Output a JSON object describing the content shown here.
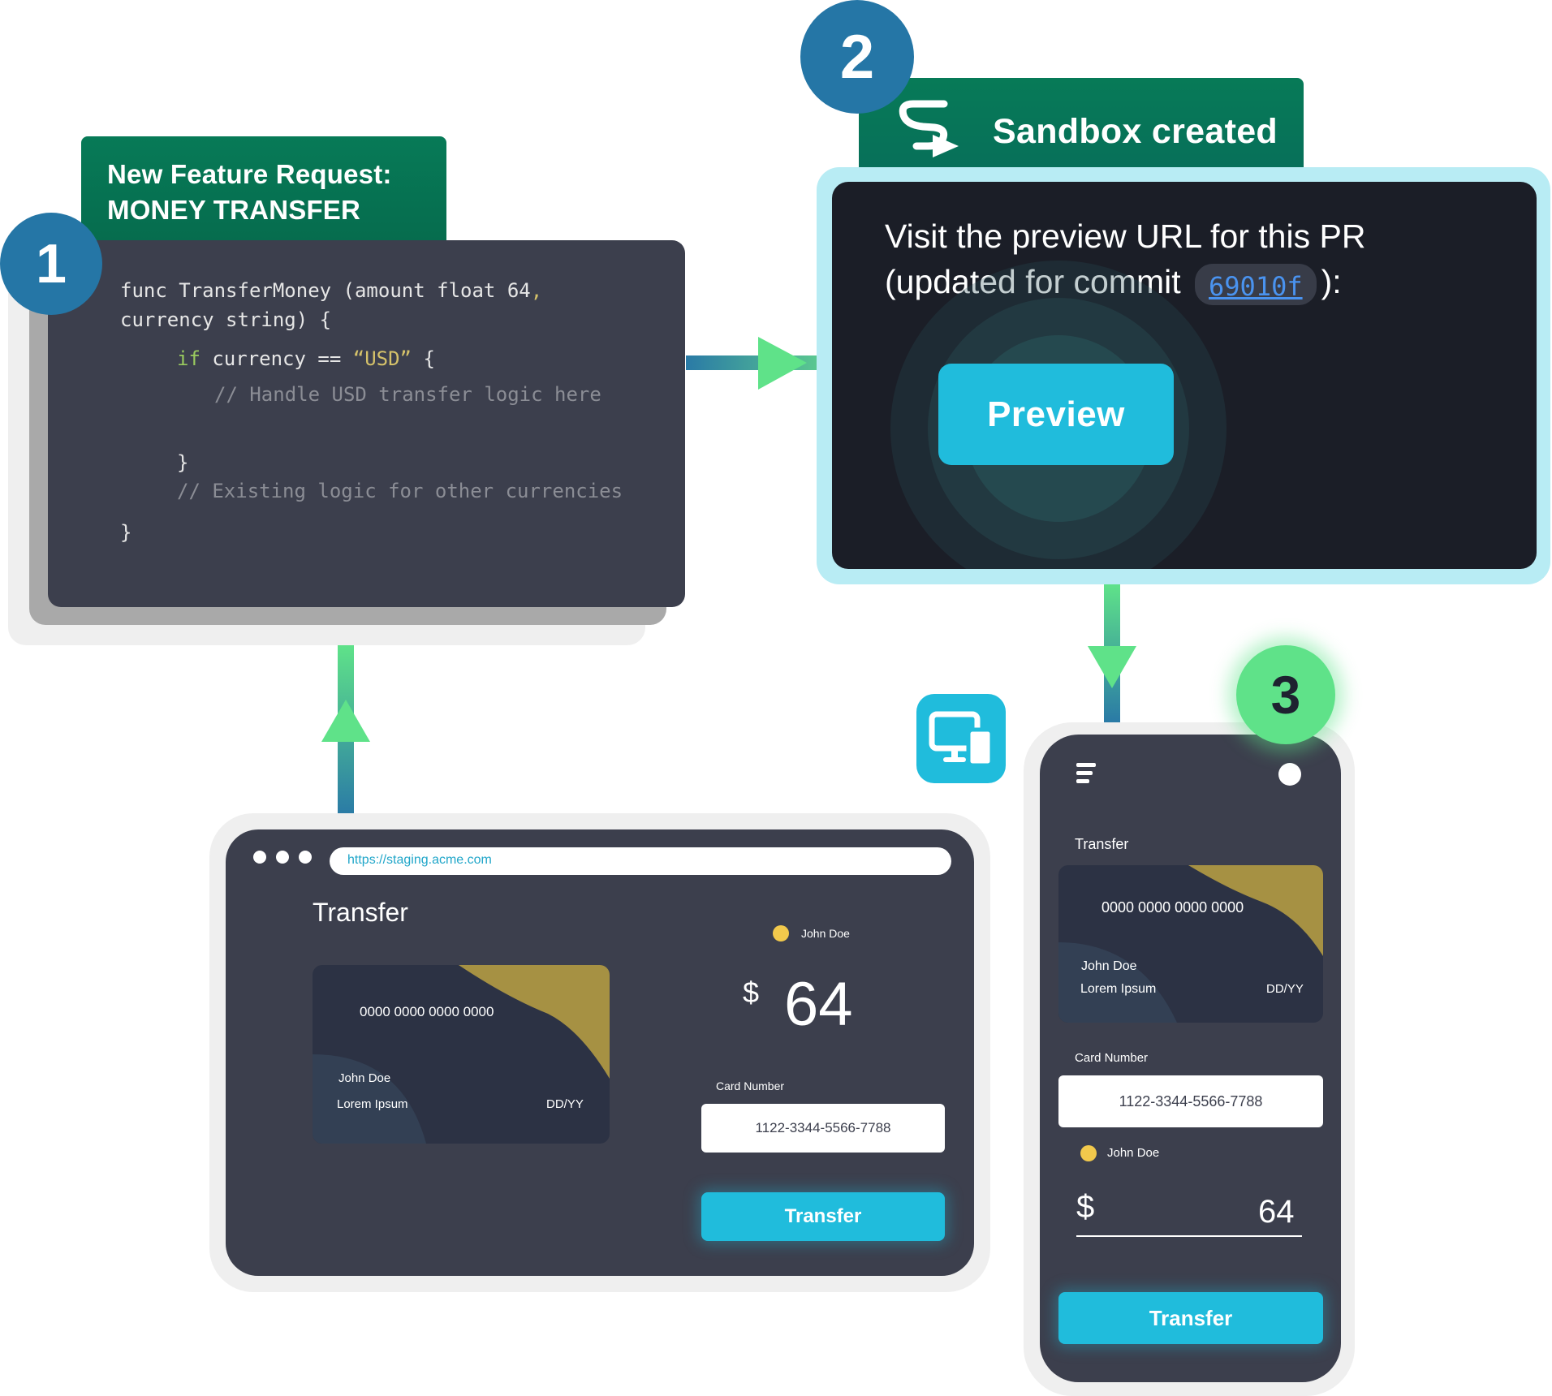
{
  "step1": {
    "badge": "1",
    "tab_line1": "New Feature Request:",
    "tab_line2": "MONEY TRANSFER",
    "code": {
      "l1": "func TransferMoney (amount float 64",
      "l1_comma": ",",
      "l2": "currency string) {",
      "l3_kw": "if",
      "l3_a": " currency == ",
      "l3_str": "“USD”",
      "l3_b": " {",
      "l4": "// Handle USD transfer logic here",
      "l5": "}",
      "l6": "// Existing logic for other currencies",
      "l7": "}"
    }
  },
  "step2": {
    "badge": "2",
    "title": "Sandbox created",
    "line1": "Visit the preview URL for this PR",
    "line2_a": "(updated for commit",
    "commit": "69010f",
    "line2_b": "):",
    "preview_label": "Preview"
  },
  "step3": {
    "badge": "3"
  },
  "icons": {
    "sandbox_logo": "sandbox-logo-icon",
    "devices": "devices-icon",
    "menu": "menu-icon",
    "profile": "profile-dot-icon"
  },
  "browser": {
    "url": "https://staging.acme.com",
    "title": "Transfer",
    "card": {
      "number": "0000 0000 0000 0000",
      "name": "John Doe",
      "subtitle": "Lorem Ipsum",
      "expiry": "DD/YY"
    },
    "recipient": "John Doe",
    "currency": "$",
    "amount": "64",
    "card_number_label": "Card Number",
    "card_number_value": "1122-3344-5566-7788",
    "transfer_label": "Transfer"
  },
  "phone": {
    "title": "Transfer",
    "card": {
      "number": "0000 0000 0000 0000",
      "name": "John Doe",
      "subtitle": "Lorem Ipsum",
      "expiry": "DD/YY"
    },
    "card_number_label": "Card Number",
    "card_number_value": "1122-3344-5566-7788",
    "recipient": "John Doe",
    "currency": "$",
    "amount": "64",
    "transfer_label": "Transfer"
  },
  "colors": {
    "green_tab": "#077a57",
    "badge_blue": "#2576a6",
    "badge_green": "#5fe289",
    "accent_cyan": "#20bcdc",
    "panel_dark": "#3c3f4d",
    "card_gold": "#a69143"
  }
}
